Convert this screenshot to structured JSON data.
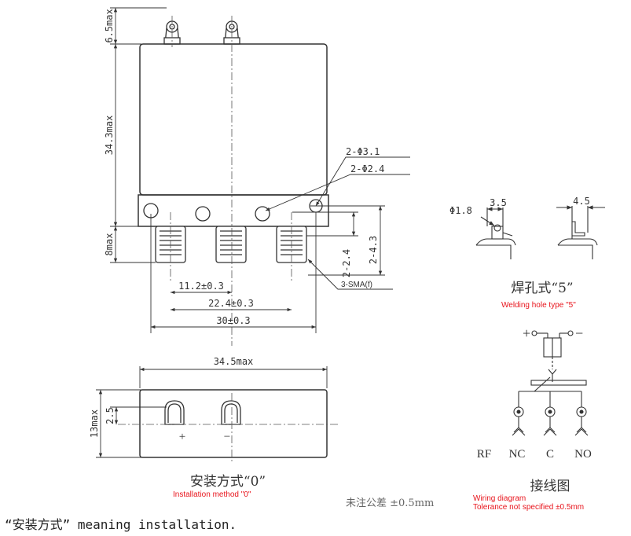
{
  "top_view": {
    "dim_height_terminal": "6.5max",
    "dim_height_body": "34.3max",
    "dim_height_connector": "8max",
    "hole_large": "2-Φ3.1",
    "hole_small": "2-Φ2.4",
    "dim_offset_a": "2-2.4",
    "dim_offset_b": "2-4.3",
    "connector_label": "3-SMA(f)",
    "pitch_1": "11.2±0.3",
    "pitch_2": "22.4±0.3",
    "pitch_3": "30±0.3"
  },
  "bottom_view": {
    "width": "34.5max",
    "height": "13max",
    "terminal_offset": "2.5",
    "plus_sign": "+",
    "minus_sign": "−",
    "title_cn": "安装方式“0”",
    "title_en": "Installation method \"0\""
  },
  "weld_detail": {
    "dia": "Φ1.8",
    "w1": "3.5",
    "w2": "4.5",
    "title_cn": "焊孔式“5”",
    "title_en": "Welding hole type \"5\""
  },
  "wiring": {
    "plus": "+",
    "minus": "−",
    "labels": [
      "RF",
      "NC",
      "C",
      "NO"
    ],
    "title_cn": "接线图",
    "title_en_line1": "Wiring diagram",
    "title_en_line2": "Tolerance not specified ±0.5mm",
    "tolerance_cn": "未注公差 ±0.5mm"
  },
  "caption": "“安装方式” meaning installation."
}
